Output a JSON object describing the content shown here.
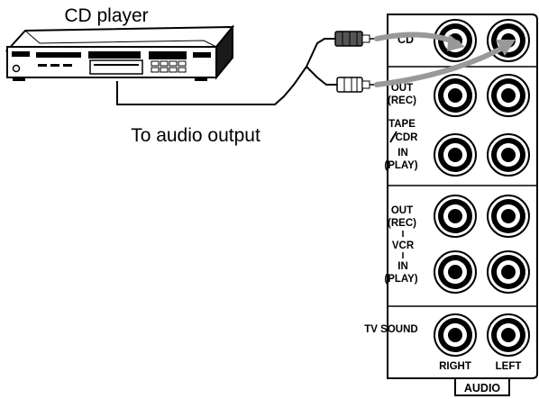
{
  "captions": {
    "device": "CD player",
    "output": "To audio output"
  },
  "panel": {
    "cd": "CD",
    "out": "OUT",
    "rec": "(REC)",
    "tape": "TAPE",
    "cdr": "CDR",
    "in": "IN",
    "play": "(PLAY)",
    "vcr": "VCR",
    "tv_sound": "TV SOUND",
    "right": "RIGHT",
    "left": "LEFT",
    "audio": "AUDIO"
  }
}
